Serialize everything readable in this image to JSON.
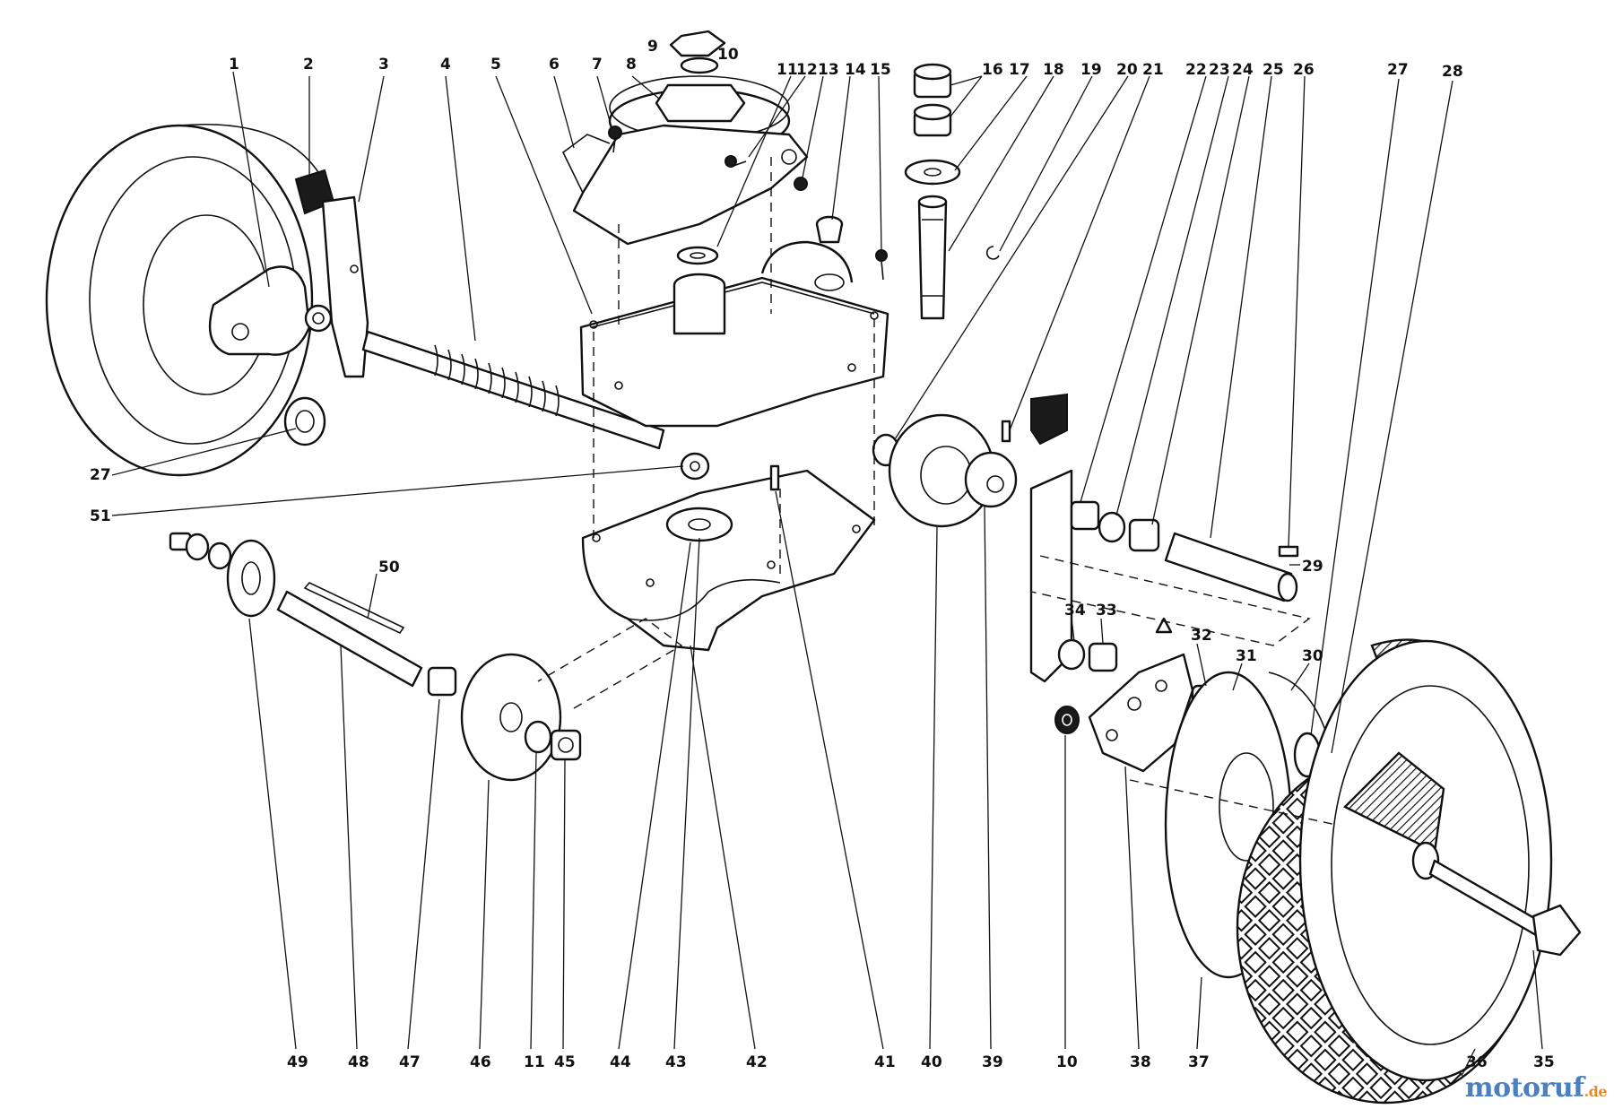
{
  "diagram": {
    "callouts_top": [
      "1",
      "2",
      "3",
      "4",
      "5",
      "6",
      "7",
      "8",
      "9",
      "10",
      "11",
      "12",
      "13",
      "14",
      "15",
      "16",
      "17",
      "18",
      "19",
      "20",
      "21",
      "22",
      "23",
      "24",
      "25",
      "26",
      "27",
      "28"
    ],
    "callouts_bottom": [
      "49",
      "48",
      "47",
      "46",
      "11",
      "45",
      "44",
      "43",
      "42",
      "41",
      "40",
      "39",
      "10",
      "38",
      "37",
      "36",
      "35"
    ],
    "callouts_side": [
      "27",
      "51",
      "50",
      "29",
      "34",
      "33",
      "32",
      "31",
      "30"
    ]
  },
  "watermark": {
    "main": "motoruf",
    "tld": ".de"
  },
  "colors": {
    "ink": "#111111",
    "paper": "#ffffff",
    "watermark_blue": "#4a7fc0",
    "watermark_orange": "#e48a2c"
  }
}
